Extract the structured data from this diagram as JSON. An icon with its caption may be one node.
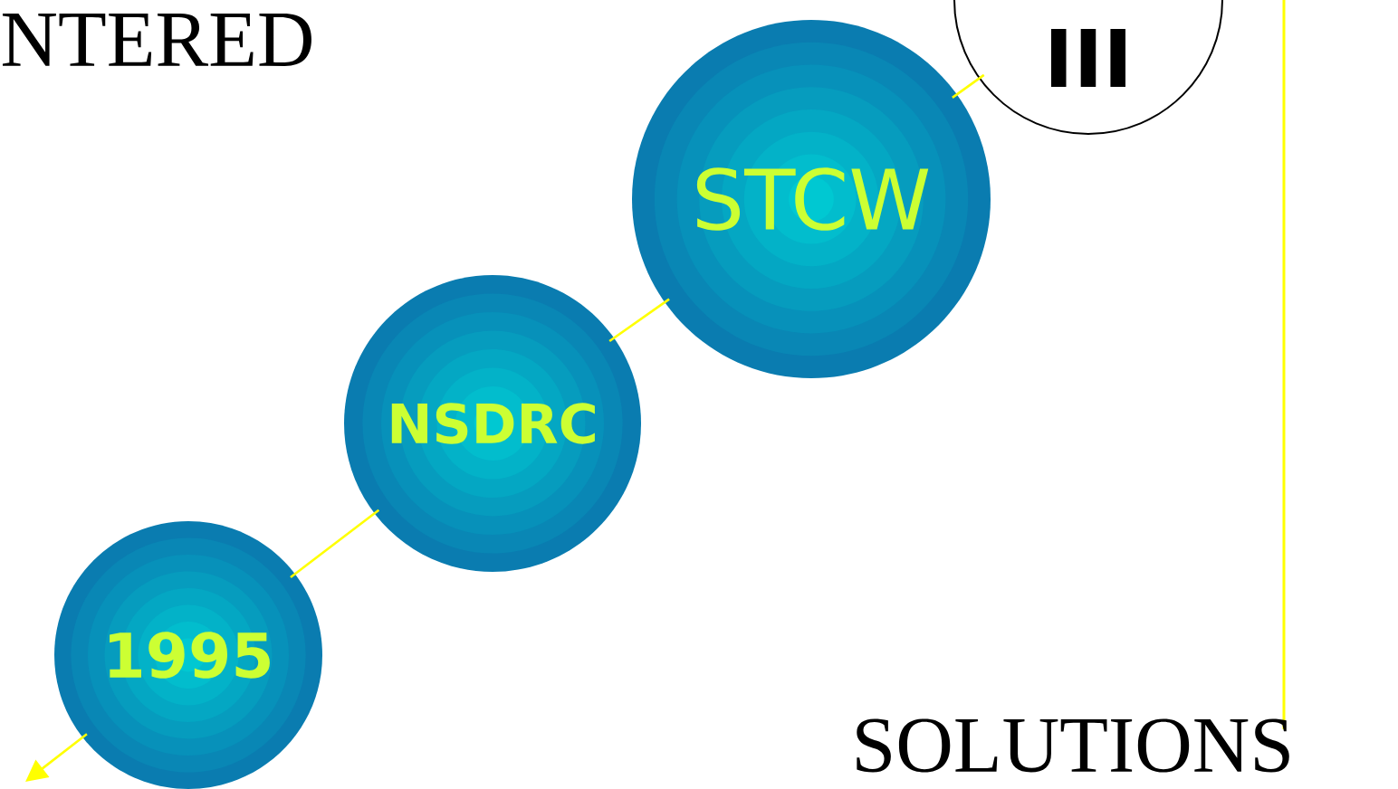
{
  "diagram": {
    "nodes": [
      {
        "text": [
          "III"
        ]
      },
      {
        "text": [
          "STCW"
        ]
      },
      {
        "text": [
          "NSDRC"
        ]
      },
      {
        "text": [
          "1995"
        ]
      }
    ],
    "edges": [
      {
        "from": 3,
        "to": null,
        "arrow": "to"
      },
      {
        "from": 3,
        "to": 2,
        "arrow": "none"
      },
      {
        "from": 2,
        "to": 1,
        "arrow": "none"
      },
      {
        "from": 1,
        "to": 0,
        "arrow": "none"
      }
    ],
    "labels": [
      "NTERED",
      "SOLUTIONS"
    ]
  }
}
